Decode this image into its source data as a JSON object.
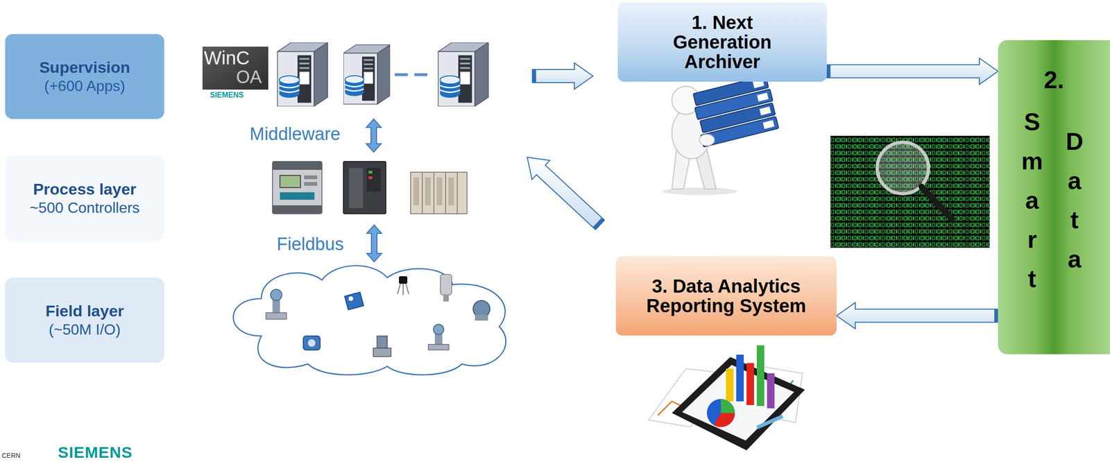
{
  "diagram": {
    "nodes": [
      {
        "text": [
          "Supervision",
          "(+600 Apps)"
        ]
      },
      {
        "text": [
          "Process layer",
          "~500 Controllers"
        ]
      },
      {
        "text": [
          "Field layer",
          "(~50M I/O)"
        ]
      },
      {
        "text": [
          "1. Next Generation Archiver"
        ]
      },
      {
        "text": [
          "2.",
          "Smart",
          "Data"
        ]
      },
      {
        "text": [
          "3. Data Analytics Reporting System"
        ]
      }
    ],
    "edges": [
      {
        "from": 3,
        "to": 4,
        "arrow": "to"
      },
      {
        "from": 4,
        "to": 5,
        "arrow": "to"
      }
    ],
    "labels": [
      "WinC",
      "OA",
      "SIEMENS",
      "Middleware",
      "Fieldbus",
      "CERN",
      "SIEMENS"
    ]
  }
}
